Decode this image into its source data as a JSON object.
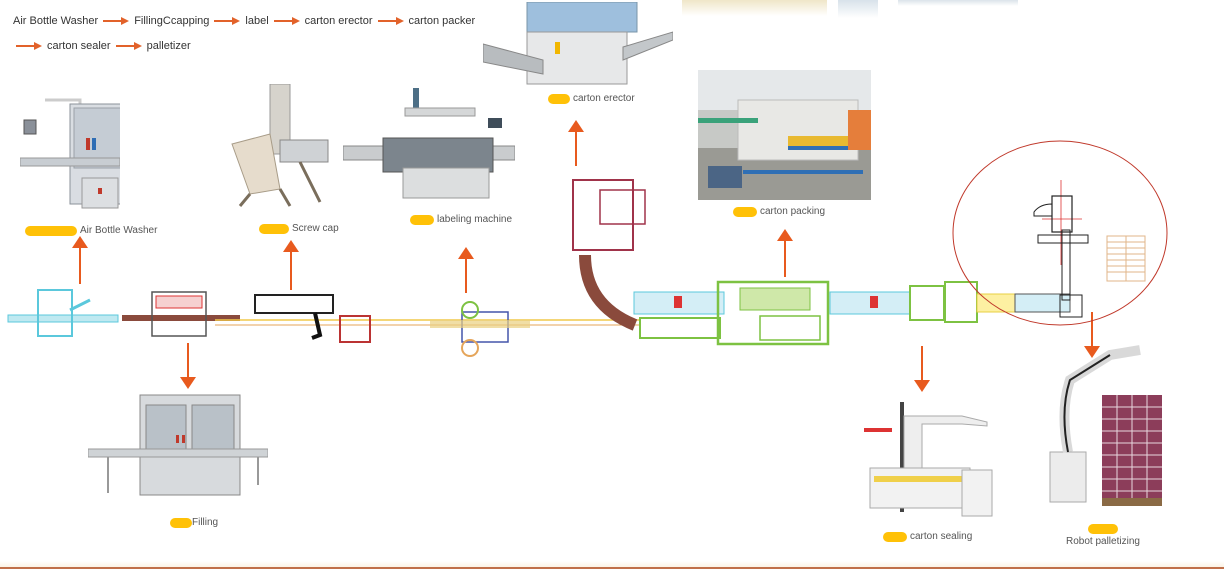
{
  "process_flow": {
    "row1": [
      "Air Bottle Washer",
      "FillingCcapping",
      "label",
      "carton erector",
      "carton packer"
    ],
    "row2": [
      "carton sealer",
      "palletizer"
    ],
    "arrow_color": "#e2622a"
  },
  "stations": {
    "air_bottle_washer": {
      "label": "Air Bottle Washer"
    },
    "filling": {
      "label": "Filling"
    },
    "screw_cap": {
      "label": "Screw cap"
    },
    "labeling": {
      "label": "labeling machine"
    },
    "carton_erector": {
      "label": "carton erector"
    },
    "carton_packing": {
      "label": "carton packing"
    },
    "carton_sealing": {
      "label": "carton sealing"
    },
    "robot_palletizing": {
      "label": "Robot palletizing"
    }
  },
  "colors": {
    "accent_arrow": "#e85a1e",
    "badge": "#ffc107",
    "palletizer_circle": "#c0392b",
    "layout_washer": "#5bc8dc",
    "layout_packer": "#7dc242",
    "layout_erector": "#a0334a",
    "bottom_rule": "#c0704a"
  }
}
